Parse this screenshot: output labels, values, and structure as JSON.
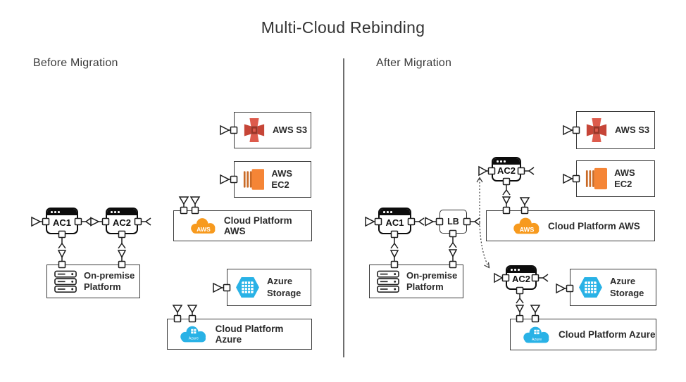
{
  "title": "Multi-Cloud Rebinding",
  "before": {
    "heading": "Before Migration",
    "ac1_label": "AC1",
    "ac2_label": "AC2",
    "onprem_line1": "On-premise",
    "onprem_line2": "Platform",
    "aws_s3_label": "AWS S3",
    "aws_ec2_label": "AWS EC2",
    "aws_platform_label": "Cloud Platform AWS",
    "aws_logo_text": "AWS",
    "azure_storage_line1": "Azure",
    "azure_storage_line2": "Storage",
    "azure_platform_label": "Cloud Platform Azure",
    "azure_logo_text": "Azure"
  },
  "after": {
    "heading": "After Migration",
    "ac1_label": "AC1",
    "lb_label": "LB",
    "ac2_aws_label": "AC2",
    "ac2_azure_label": "AC2",
    "onprem_line1": "On-premise",
    "onprem_line2": "Platform",
    "aws_s3_label": "AWS S3",
    "aws_ec2_label": "AWS EC2",
    "aws_platform_label": "Cloud Platform AWS",
    "aws_logo_text": "AWS",
    "azure_storage_line1": "Azure",
    "azure_storage_line2": "Storage",
    "azure_platform_label": "Cloud Platform Azure",
    "azure_logo_text": "Azure"
  },
  "icons": {
    "app_component": "browser-window-icon",
    "server": "server-stack-icon",
    "s3": "aws-s3-icon",
    "ec2": "aws-ec2-icon",
    "aws_cloud": "aws-cloud-logo",
    "azure_cloud": "azure-cloud-logo",
    "azure_storage": "azure-storage-hexagon-icon"
  },
  "colors": {
    "aws_orange": "#F79A1E",
    "ec2_orange": "#F58536",
    "ec2_dark": "#C96A26",
    "s3_red": "#DD5B4C",
    "s3_mid": "#C64537",
    "s3_dark": "#9A3527",
    "azure_blue": "#29B2E6",
    "ink": "#1d1d1d"
  }
}
